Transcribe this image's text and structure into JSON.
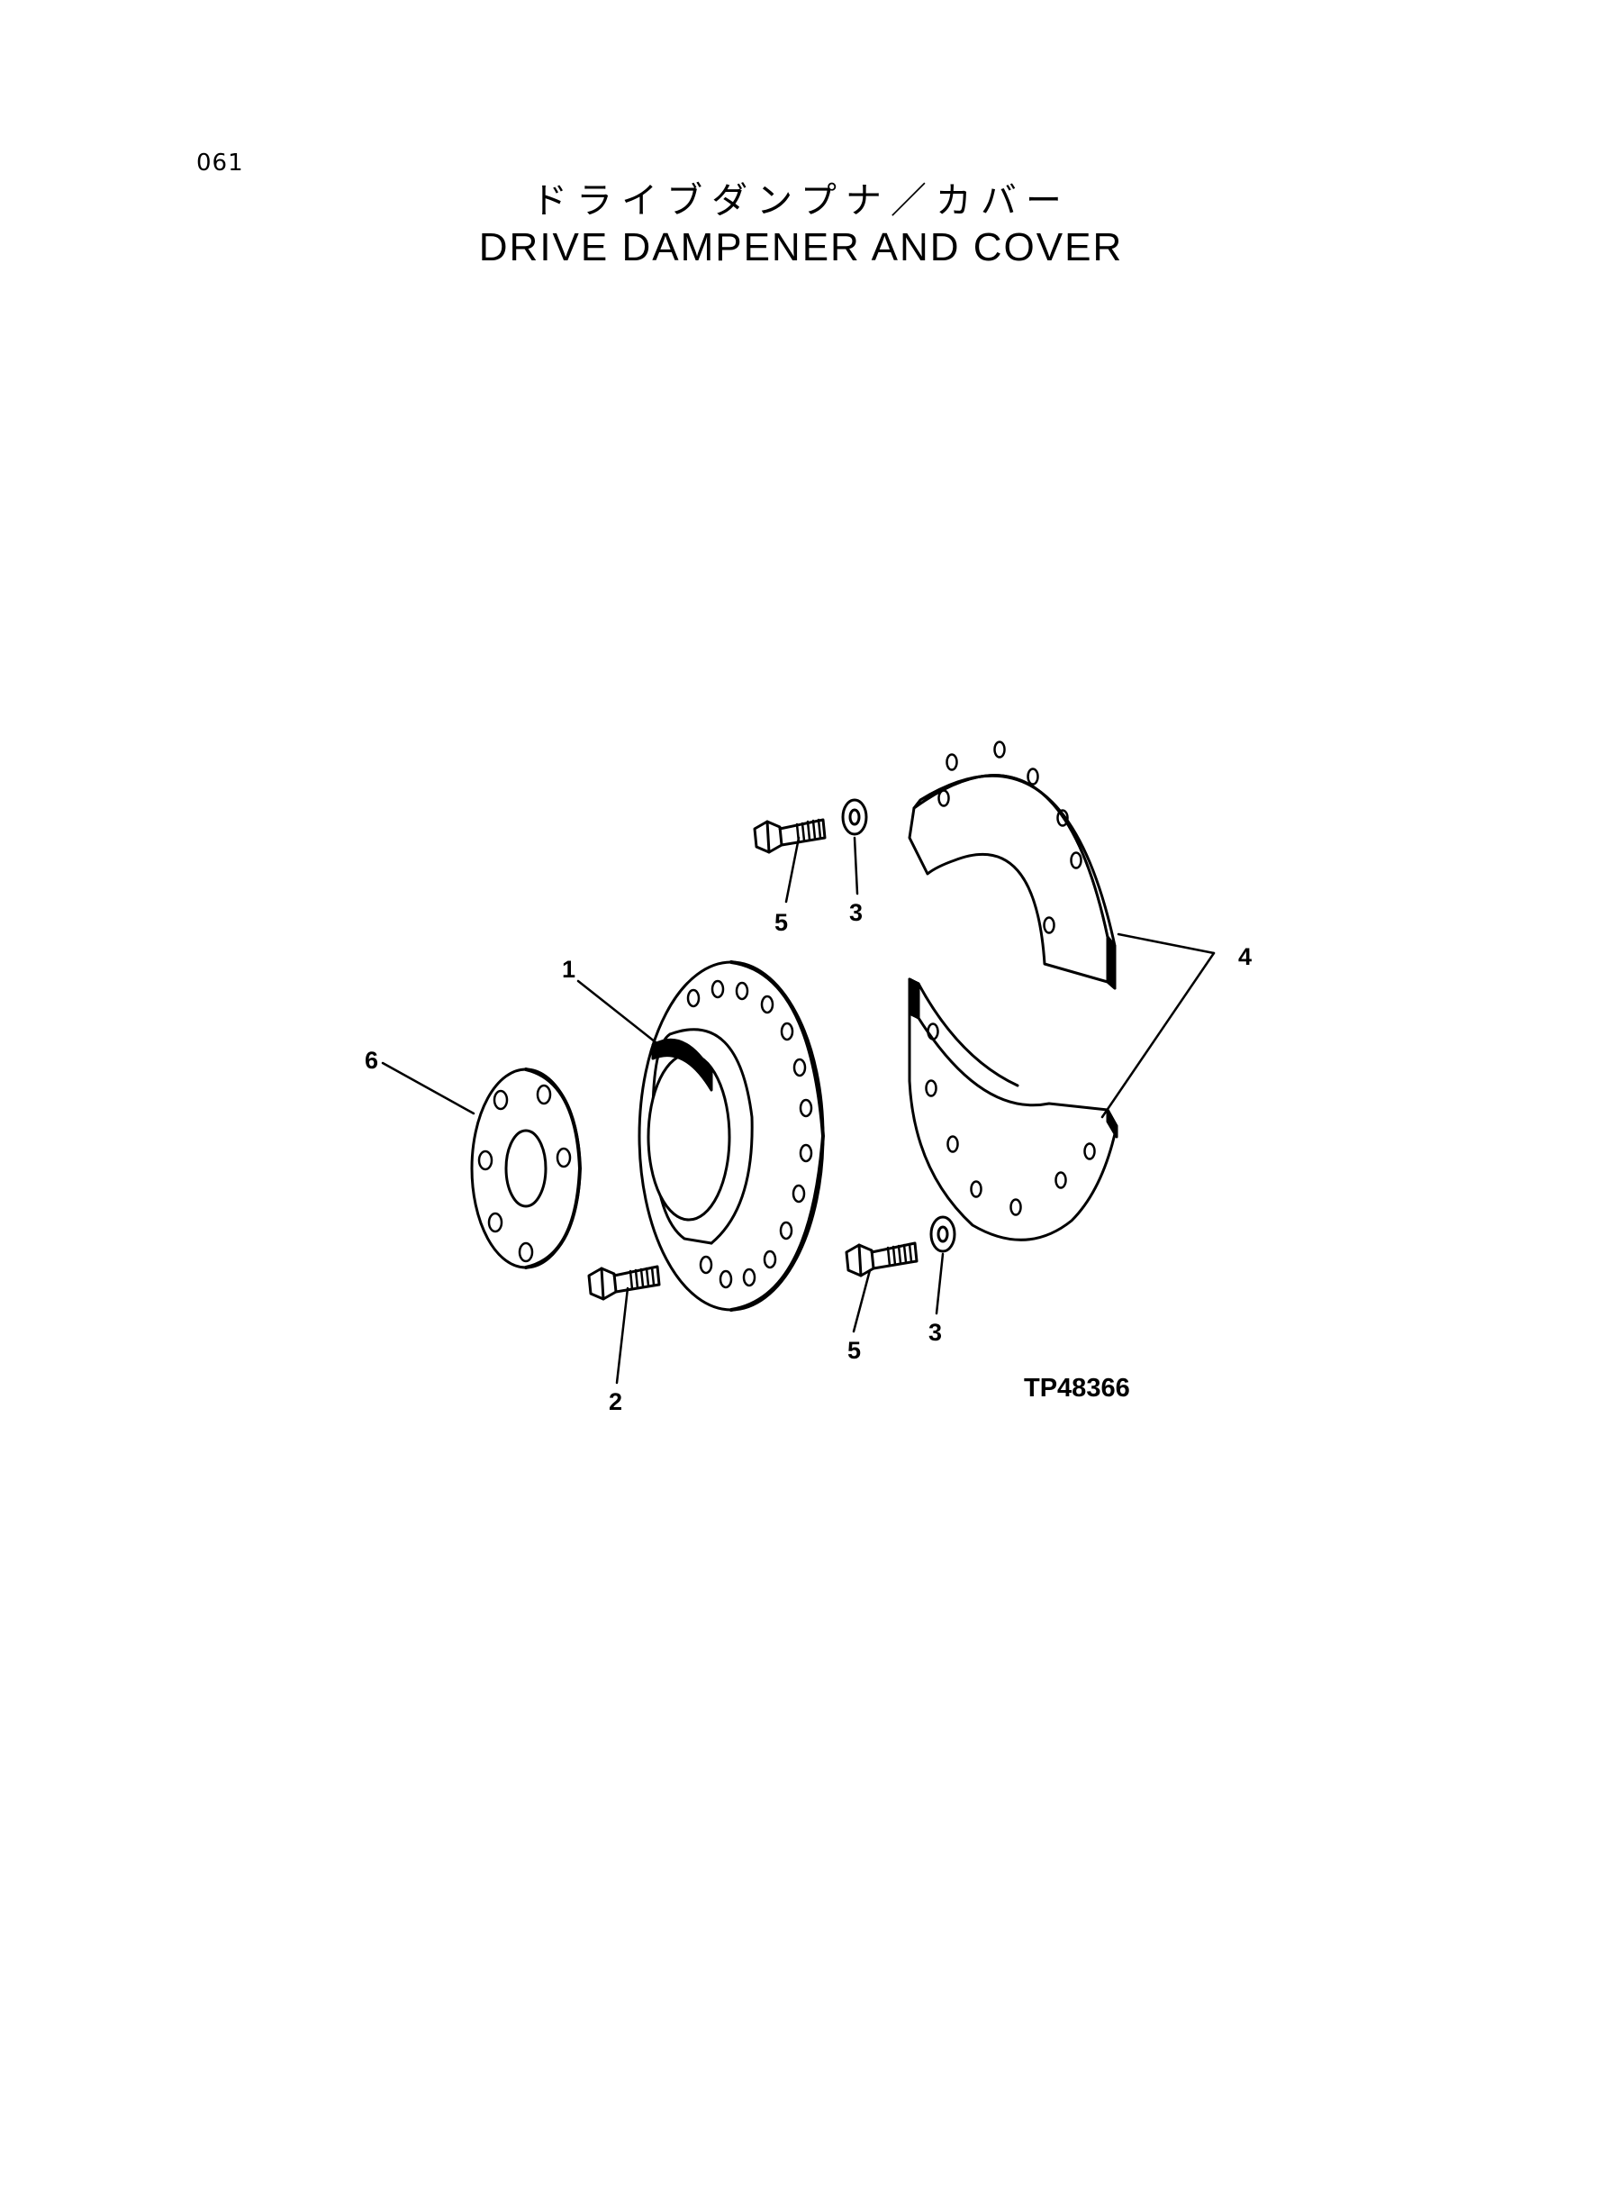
{
  "page": {
    "number": "061",
    "title_jp": "ドライブダンプナ／カバー",
    "title_en": "DRIVE DAMPENER AND COVER"
  },
  "diagram": {
    "figure_id": "TP48366",
    "callouts": {
      "c1": "1",
      "c2": "2",
      "c3_top": "3",
      "c3_bottom": "3",
      "c4": "4",
      "c5_top": "5",
      "c5_bottom": "5",
      "c6": "6"
    }
  }
}
